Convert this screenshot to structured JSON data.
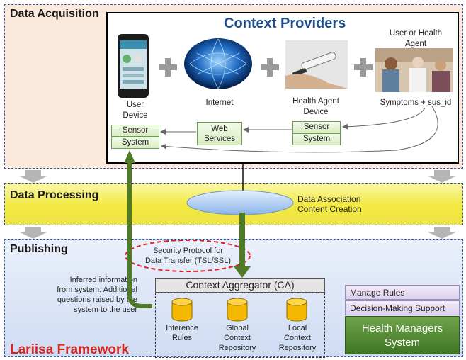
{
  "layers": {
    "acquisition": "Data Acquisition",
    "processing": "Data Processing",
    "publishing": "Publishing"
  },
  "context_providers": {
    "title": "Context Providers",
    "user_device": [
      "User",
      "Device"
    ],
    "internet": "Internet",
    "health_agent_device": [
      "Health Agent",
      "Device"
    ],
    "user_or_health_agent": [
      "User or Health",
      "Agent"
    ],
    "symptoms": "Symptoms + sus_id"
  },
  "boxes": {
    "sensor_system_left": [
      "Sensor",
      "System"
    ],
    "web_services": [
      "Web",
      "Services"
    ],
    "sensor_system_right": [
      "Sensor",
      "System"
    ]
  },
  "processing": {
    "ellipse_label": [
      "Data Association",
      "Content Creation"
    ]
  },
  "publishing": {
    "security": [
      "Security Protocol for",
      "Data Transfer (TSL/SSL)"
    ],
    "inferred": [
      "Inferred information",
      "from system. Additional",
      "questions raised by the",
      "system to the user"
    ],
    "aggregator": "Context Aggregator (CA)",
    "repos": {
      "inference": [
        "Inference",
        "Rules"
      ],
      "global": [
        "Global",
        "Context",
        "Repository"
      ],
      "local": [
        "Local",
        "Context",
        "Repository"
      ]
    },
    "framework": "Lariisa Framework",
    "manage_rules": "Manage Rules",
    "decision_support": "Decision-Making Support",
    "health_managers": [
      "Health Managers",
      "System"
    ]
  },
  "colors": {
    "title_blue": "#1f4e8c",
    "framework_red": "#d9261c",
    "arrow_green": "#4f7a26",
    "health_managers_green": "#5a8f3a"
  }
}
